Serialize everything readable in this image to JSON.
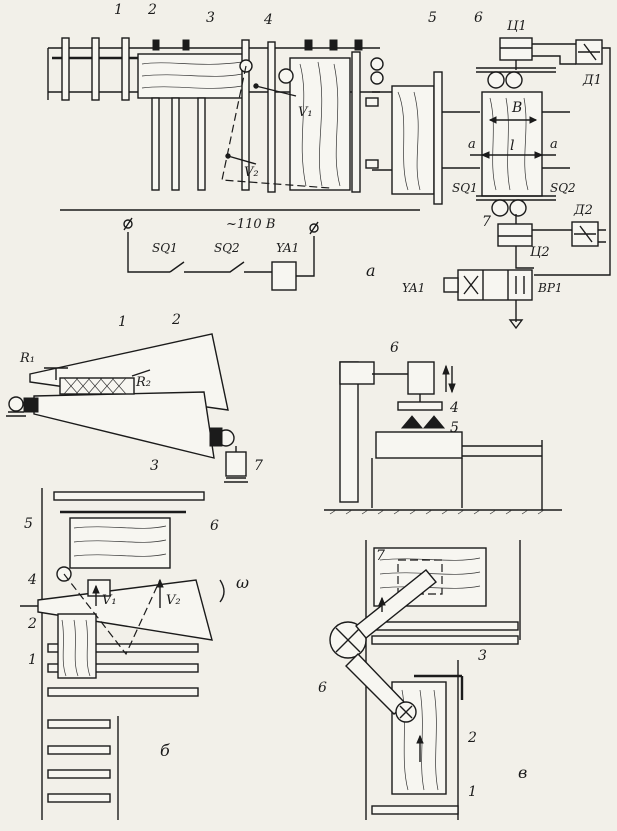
{
  "labels": {
    "a_1": "1",
    "a_2": "2",
    "a_3": "3",
    "a_4": "4",
    "a_5": "5",
    "a_6": "6",
    "a_7": "7",
    "a_c1": "Ц1",
    "a_c2": "Ц2",
    "a_d1": "Д1",
    "a_d2": "Д2",
    "a_v1": "V₁",
    "a_v2": "V₂",
    "a_B": "B",
    "a_l": "l",
    "a_aL": "a",
    "a_aR": "a",
    "a_sq1": "SQ1",
    "a_sq2": "SQ2",
    "a_voltage": "~110 В",
    "c_sq1": "SQ1",
    "c_sq2": "SQ2",
    "c_ya1": "YA1",
    "a_ya1": "YA1",
    "a_bp1": "ВР1",
    "a_letter": "а",
    "b_1": "1",
    "b_2": "2",
    "b_3": "3",
    "b_7": "7",
    "b_r1": "R₁",
    "b_r2": "R₂",
    "m_6": "6",
    "m_4": "4",
    "m_5": "5",
    "s_1": "1",
    "s_2": "2",
    "s_4": "4",
    "s_5": "5",
    "s_6": "6",
    "s_v1": "V₁",
    "s_v2": "V₂",
    "s_omega": "ω",
    "s_letter": "б",
    "v_1": "1",
    "v_2": "2",
    "v_3": "3",
    "v_6": "6",
    "v_7": "7",
    "v_letter": "в"
  }
}
